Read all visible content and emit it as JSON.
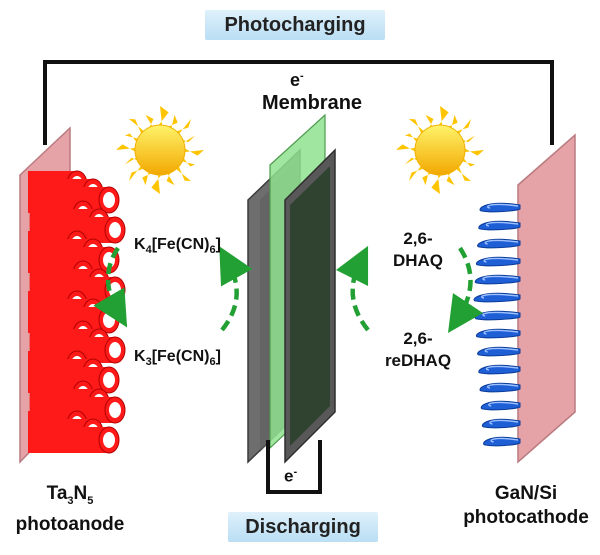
{
  "title_top": "Photocharging",
  "title_bottom": "Discharging",
  "electron_top": {
    "base": "e",
    "sup": "-"
  },
  "electron_bottom": {
    "base": "e",
    "sup": "-"
  },
  "membrane_label": "Membrane",
  "left_couple": {
    "upper": {
      "parts": [
        "K",
        "4",
        "[Fe(CN)",
        "6",
        "]"
      ]
    },
    "lower": {
      "parts": [
        "K",
        "3",
        "[Fe(CN)",
        "6",
        "]"
      ]
    }
  },
  "right_couple": {
    "upper": {
      "line1": "2,6-",
      "line2": "DHAQ"
    },
    "lower": {
      "line1": "2,6-",
      "line2": "reDHAQ"
    }
  },
  "anode": {
    "formula": [
      "Ta",
      "3",
      "N",
      "5"
    ],
    "role": "photoanode"
  },
  "cathode": {
    "material": "GaN/Si",
    "role": "photocathode"
  },
  "colors": {
    "wire": "#111111",
    "electrode_plate": "#e6a3a7",
    "nanorod_red": "#ff1a1a",
    "nanowire_blue": "#1f5fd6",
    "arrow_green": "#22a033",
    "membrane_green": "#8fe08f",
    "cell_grey": "#6e6e6e",
    "sun": "#ffd21a"
  }
}
